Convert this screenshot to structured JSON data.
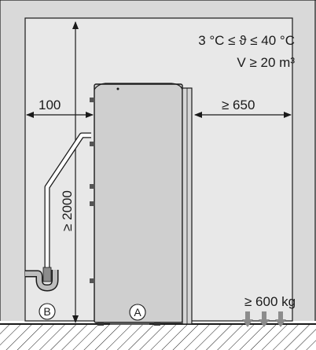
{
  "conditions": {
    "temperature_range": "3 °C ≤ ϑ ≤ 40 °C",
    "room_volume": "V ≥ 20 m³"
  },
  "dimensions": {
    "left_clearance": "100",
    "right_clearance": "≥ 650",
    "min_height": "≥ 2000"
  },
  "floor_load": {
    "label": "≥ 600 kg"
  },
  "callouts": {
    "unit": "A",
    "drain": "B"
  },
  "colors": {
    "wall_fill": "#d9d9d9",
    "room_fill": "#e8e8e8",
    "unit_fill": "#cfcfcf",
    "arrow_fill": "#8c8c8c",
    "line": "#1a1a1a"
  }
}
